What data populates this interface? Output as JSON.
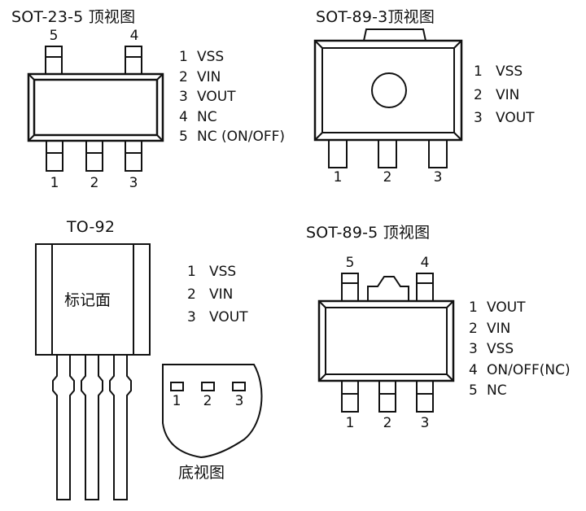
{
  "sot23_5": {
    "title": "SOT-23-5 顶视图",
    "top_pins": [
      "5",
      "4"
    ],
    "bottom_pins": [
      "1",
      "2",
      "3"
    ],
    "pinout": [
      {
        "num": "1",
        "name": "VSS"
      },
      {
        "num": "2",
        "name": "VIN"
      },
      {
        "num": "3",
        "name": "VOUT"
      },
      {
        "num": "4",
        "name": "NC"
      },
      {
        "num": "5",
        "name": "NC (ON/OFF)"
      }
    ]
  },
  "sot89_3": {
    "title": "SOT-89-3顶视图",
    "bottom_pins": [
      "1",
      "2",
      "3"
    ],
    "pinout": [
      {
        "num": "1",
        "name": "VSS"
      },
      {
        "num": "2",
        "name": "VIN"
      },
      {
        "num": "3",
        "name": "VOUT"
      }
    ]
  },
  "to92": {
    "title": "TO-92",
    "body_label": "标记面",
    "bottom_view_pins": [
      "1",
      "2",
      "3"
    ],
    "bottom_view_label": "底视图",
    "pinout": [
      {
        "num": "1",
        "name": "VSS"
      },
      {
        "num": "2",
        "name": "VIN"
      },
      {
        "num": "3",
        "name": "VOUT"
      }
    ]
  },
  "sot89_5": {
    "title": "SOT-89-5 顶视图",
    "top_pins": [
      "5",
      "4"
    ],
    "bottom_pins": [
      "1",
      "2",
      "3"
    ],
    "pinout": [
      {
        "num": "1",
        "name": "VOUT"
      },
      {
        "num": "2",
        "name": "VIN"
      },
      {
        "num": "3",
        "name": "VSS"
      },
      {
        "num": "4",
        "name": "ON/OFF(NC)"
      },
      {
        "num": "5",
        "name": "NC"
      }
    ]
  }
}
